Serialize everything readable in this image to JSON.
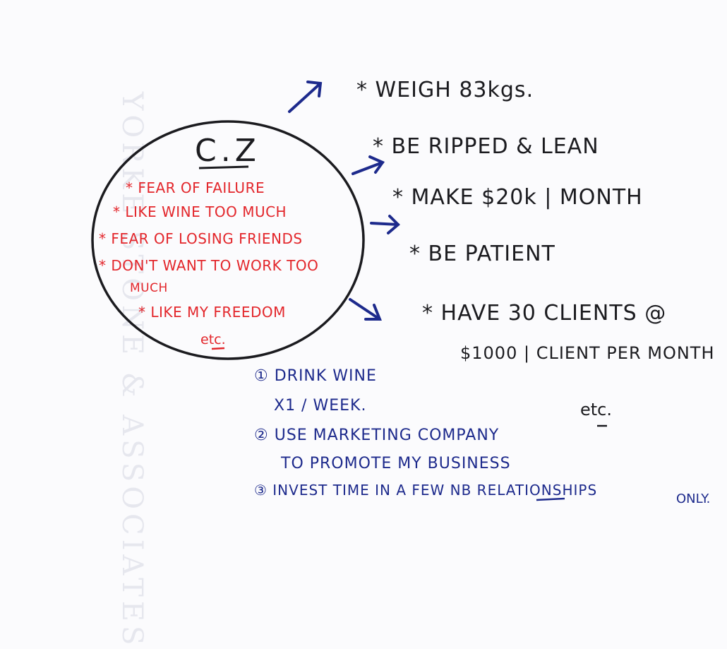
{
  "watermark": "YORKE STONE & ASSOCIATES",
  "circle": {
    "title": "C.Z",
    "fears": [
      "* FEAR OF FAILURE",
      "* LIKE WINE TOO MUCH",
      "* FEAR OF LOSING FRIENDS",
      "* DON'T WANT TO WORK TOO",
      "MUCH",
      "* LIKE MY FREEDOM",
      "etc."
    ]
  },
  "goals": [
    "* WEIGH 83kgs.",
    "* BE RIPPED & LEAN",
    "* MAKE $20k | MONTH",
    "* BE PATIENT",
    "* HAVE 30 CLIENTS @",
    "$1000 | CLIENT PER MONTH",
    "etc."
  ],
  "actions": [
    "① DRINK WINE",
    "X1 / WEEK.",
    "② USE MARKETING COMPANY",
    "TO PROMOTE MY BUSINESS",
    "③ INVEST TIME IN A FEW NB RELATIONSHIPS",
    "ONLY."
  ],
  "colors": {
    "ink_black": "#1b1b1f",
    "ink_red": "#e3262b",
    "ink_blue": "#1d2a8c"
  }
}
